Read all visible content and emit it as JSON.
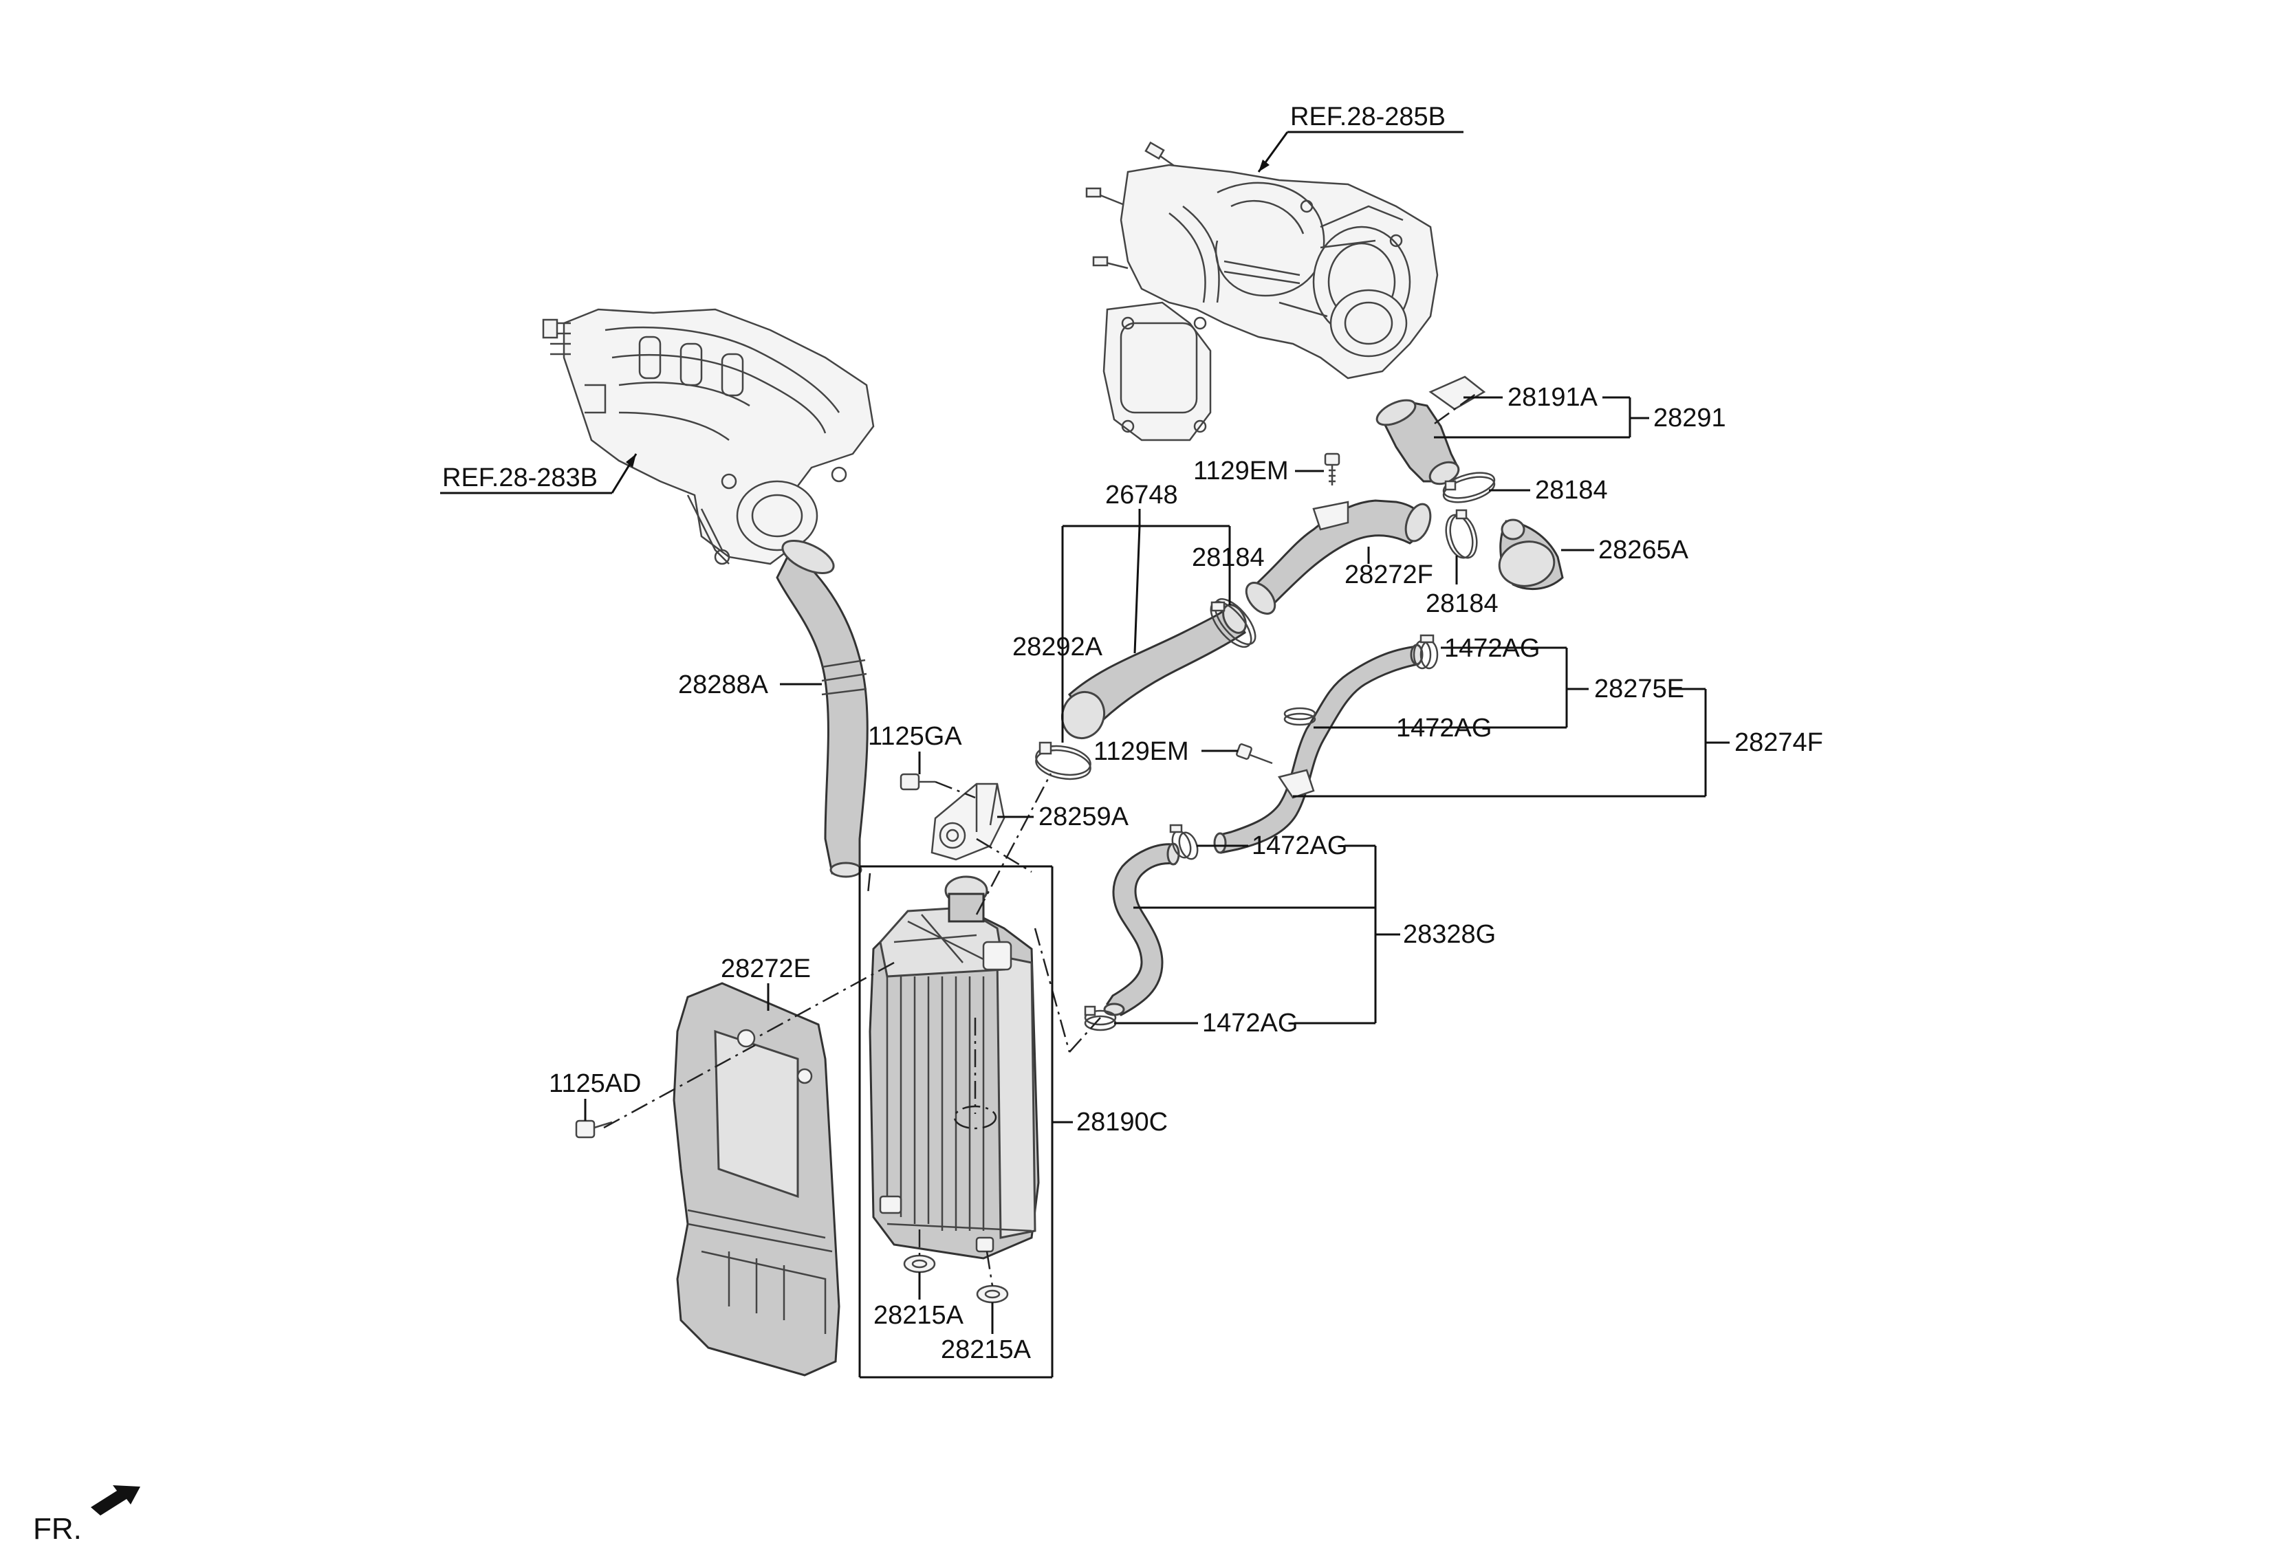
{
  "references": {
    "turbo": "REF.28-285B",
    "manifold": "REF.28-283B"
  },
  "parts": {
    "p28191A": "28191A",
    "p28291": "28291",
    "p1129EM_top": "1129EM",
    "p28184_a": "28184",
    "p26748": "26748",
    "p28184_b": "28184",
    "p28265A": "28265A",
    "p28272F": "28272F",
    "p28184_c": "28184",
    "p28288A": "28288A",
    "p28292A": "28292A",
    "p1472AG_a": "1472AG",
    "p28275E": "28275E",
    "p1472AG_b": "1472AG",
    "p1125GA": "1125GA",
    "p1129EM_mid": "1129EM",
    "p28274F": "28274F",
    "p28259A": "28259A",
    "p1472AG_c": "1472AG",
    "p28272E": "28272E",
    "p28328G": "28328G",
    "p1472AG_d": "1472AG",
    "p1125AD": "1125AD",
    "p28190C": "28190C",
    "p28215A_a": "28215A",
    "p28215A_b": "28215A"
  },
  "orientation": {
    "label": "FR."
  },
  "icons": [
    "front-direction-arrow-icon"
  ]
}
